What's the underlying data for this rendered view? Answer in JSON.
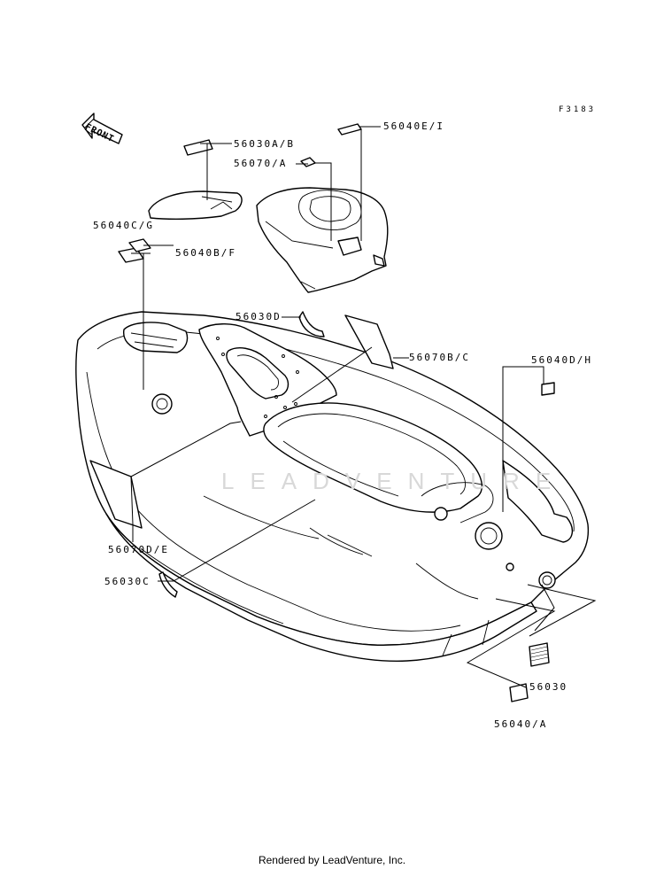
{
  "figure_code": "F3183",
  "front_label": "FRONT",
  "watermark": "LEADVENTURE",
  "footer": "Rendered by LeadVenture, Inc.",
  "callouts": [
    {
      "id": "56030ab",
      "text": "56030A/B"
    },
    {
      "id": "56040ei",
      "text": "56040E/I"
    },
    {
      "id": "56070a",
      "text": "56070/A"
    },
    {
      "id": "56040cg",
      "text": "56040C/G"
    },
    {
      "id": "56040bf",
      "text": "56040B/F"
    },
    {
      "id": "56030d",
      "text": "56030D"
    },
    {
      "id": "56070bc",
      "text": "56070B/C"
    },
    {
      "id": "56040dh",
      "text": "56040D/H"
    },
    {
      "id": "56070de",
      "text": "56070D/E"
    },
    {
      "id": "56030c",
      "text": "56030C"
    },
    {
      "id": "56030",
      "text": "56030"
    },
    {
      "id": "56040a",
      "text": "56040/A"
    }
  ]
}
